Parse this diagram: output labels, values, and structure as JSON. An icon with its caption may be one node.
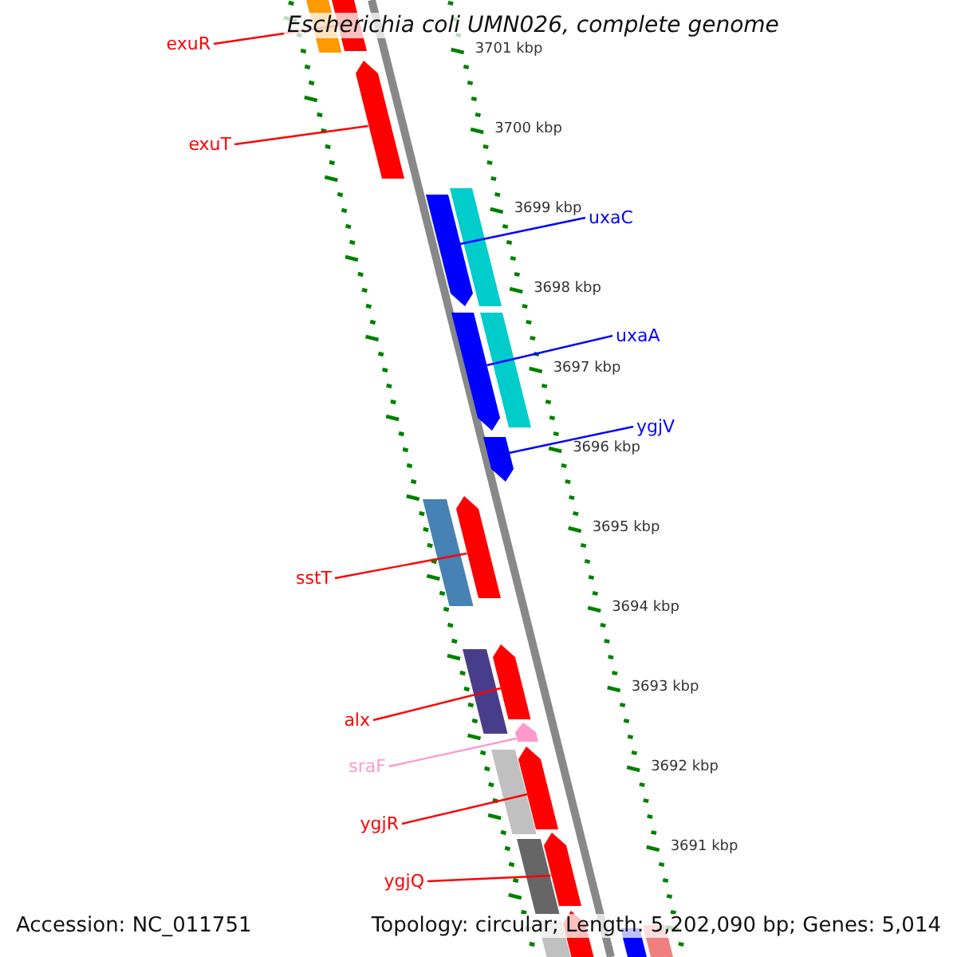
{
  "diagram": {
    "title": "Escherichia coli UMN026, complete genome",
    "nodes": [
      {
        "text": [
          "exuR"
        ]
      },
      {
        "text": [],
        "shape": "bar"
      },
      {
        "text": [
          "exuT"
        ]
      },
      {
        "text": [],
        "shape": "bar"
      },
      {
        "text": [
          "uxaC"
        ]
      },
      {
        "text": [],
        "shape": "bar"
      },
      {
        "text": [
          "uxaA"
        ]
      },
      {
        "text": [],
        "shape": "bar"
      },
      {
        "text": [
          "ygjV"
        ]
      },
      {
        "text": [],
        "shape": "bar"
      },
      {
        "text": [
          "sstT"
        ]
      },
      {
        "text": [],
        "shape": "bar"
      },
      {
        "text": [
          "alx"
        ]
      },
      {
        "text": [],
        "shape": "bar"
      },
      {
        "text": [
          "sraF"
        ]
      },
      {
        "text": [],
        "shape": "bar"
      },
      {
        "text": [
          "ygjR"
        ]
      },
      {
        "text": [],
        "shape": "bar"
      },
      {
        "text": [
          "ygjQ"
        ]
      },
      {
        "text": [],
        "shape": "bar"
      },
      {
        "text": [],
        "shape": "bar"
      },
      {
        "text": [],
        "shape": "bar"
      },
      {
        "text": [],
        "shape": "bar"
      },
      {
        "text": [],
        "shape": "bar"
      },
      {
        "text": [],
        "shape": "bar"
      },
      {
        "text": [],
        "shape": "bar"
      },
      {
        "text": [],
        "shape": "bar"
      },
      {
        "text": [],
        "shape": "bar"
      },
      {
        "text": [],
        "shape": "bar"
      },
      {
        "text": [],
        "shape": "bar"
      },
      {
        "text": [],
        "shape": "bar"
      }
    ],
    "edges": [
      {
        "from": 0,
        "to": 1,
        "arrow": "none"
      },
      {
        "from": 2,
        "to": 3,
        "arrow": "none"
      },
      {
        "from": 4,
        "to": 5,
        "arrow": "none",
        "color": "#0000ff"
      },
      {
        "from": 6,
        "to": 7,
        "arrow": "none",
        "color": "#0000ff"
      },
      {
        "from": 8,
        "to": 9,
        "arrow": "none",
        "color": "#0000ff"
      },
      {
        "from": 10,
        "to": 11,
        "arrow": "none"
      },
      {
        "from": 12,
        "to": 13,
        "arrow": "none"
      },
      {
        "from": 14,
        "to": 15,
        "arrow": "none",
        "color": "#ff99cc"
      },
      {
        "from": 16,
        "to": 17,
        "arrow": "none"
      },
      {
        "from": 18,
        "to": 19,
        "arrow": "none"
      }
    ],
    "labels": [
      "3701 kbp",
      "3700 kbp",
      "3699 kbp",
      "3698 kbp",
      "3697 kbp",
      "3696 kbp",
      "3695 kbp",
      "3694 kbp",
      "3693 kbp",
      "3692 kbp",
      "3691 kbp",
      "Accession: NC_011751",
      "Topology: circular; Length: 5,202,090 bp; Genes: 5,014"
    ]
  }
}
